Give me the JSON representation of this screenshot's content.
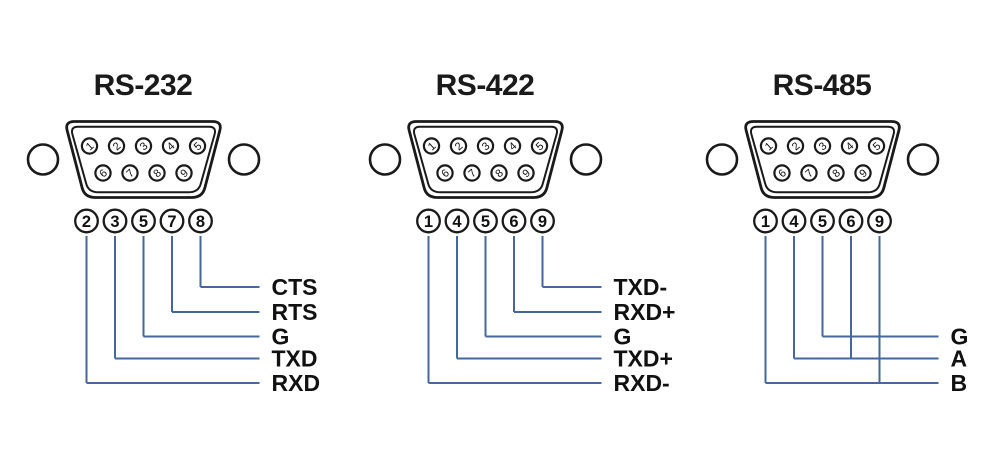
{
  "figure": {
    "description": "DB9 serial connector pinout comparison",
    "colors": {
      "outline": "#1a1a1a",
      "wire": "#46679c",
      "text": "#111111",
      "background": "#ffffff"
    }
  },
  "connector": {
    "top_row_pins": [
      "1",
      "2",
      "3",
      "4",
      "5"
    ],
    "bottom_row_pins": [
      "6",
      "7",
      "8",
      "9"
    ]
  },
  "diagrams": [
    {
      "title": "RS-232",
      "pins_below": [
        "2",
        "3",
        "5",
        "7",
        "8"
      ],
      "connections": [
        {
          "signal": "CTS",
          "level": 0,
          "pins": [
            "8"
          ]
        },
        {
          "signal": "RTS",
          "level": 1,
          "pins": [
            "7"
          ]
        },
        {
          "signal": "G",
          "level": 2,
          "pins": [
            "5"
          ]
        },
        {
          "signal": "TXD",
          "level": 3,
          "pins": [
            "3"
          ]
        },
        {
          "signal": "RXD",
          "level": 4,
          "pins": [
            "2"
          ]
        }
      ]
    },
    {
      "title": "RS-422",
      "pins_below": [
        "1",
        "4",
        "5",
        "6",
        "9"
      ],
      "connections": [
        {
          "signal": "TXD-",
          "level": 0,
          "pins": [
            "9"
          ]
        },
        {
          "signal": "RXD+",
          "level": 1,
          "pins": [
            "6"
          ]
        },
        {
          "signal": "G",
          "level": 2,
          "pins": [
            "5"
          ]
        },
        {
          "signal": "TXD+",
          "level": 3,
          "pins": [
            "4"
          ]
        },
        {
          "signal": "RXD-",
          "level": 4,
          "pins": [
            "1"
          ]
        }
      ]
    },
    {
      "title": "RS-485",
      "pins_below": [
        "1",
        "4",
        "5",
        "6",
        "9"
      ],
      "connections": [
        {
          "signal": "G",
          "level": 2,
          "pins": [
            "5"
          ]
        },
        {
          "signal": "A",
          "level": 3,
          "pins": [
            "4",
            "6"
          ]
        },
        {
          "signal": "B",
          "level": 4,
          "pins": [
            "1",
            "9"
          ]
        }
      ]
    }
  ]
}
